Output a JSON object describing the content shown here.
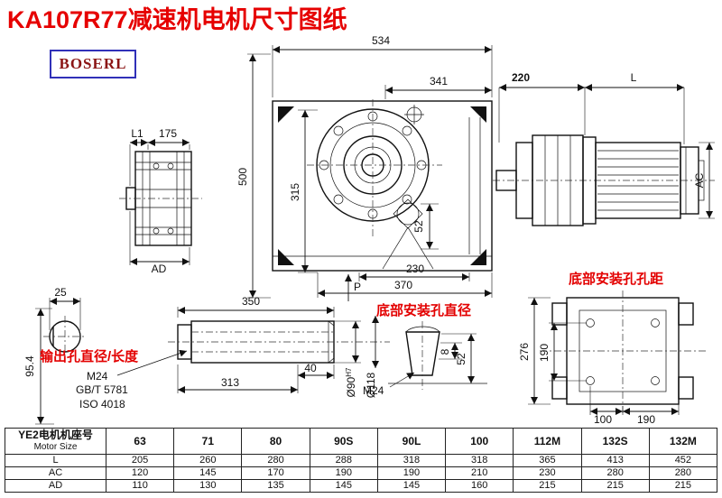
{
  "title": "KA107R77减速机电机尺寸图纸",
  "logo": {
    "text": "BOSERL"
  },
  "front_view": {
    "dim_534": "534",
    "dim_341": "341",
    "dim_500": "500",
    "dim_315": "315",
    "dim_52": "52",
    "dim_230": "230",
    "dim_370": "370",
    "label_p": "P"
  },
  "motor_view": {
    "dim_220": "220",
    "dim_l": "L",
    "dim_ac": "AC"
  },
  "side_view": {
    "dim_l1": "L1",
    "dim_175": "175",
    "dim_ad": "AD"
  },
  "shaft_end_view": {
    "dim_25": "25",
    "dim_95_4": "95.4"
  },
  "output_shaft_view": {
    "label": "输出孔直径/长度",
    "dim_350": "350",
    "dim_40": "40",
    "dim_313": "313",
    "thread": "M24",
    "std_gb": "GB/T 5781",
    "std_iso": "ISO 4018",
    "dia_90": "Ø90",
    "dia_90_tol": "H7",
    "dia_118": "Ø118"
  },
  "bottom_hole_view": {
    "label": "底部安装孔直径",
    "dim_8": "8",
    "dim_52": "52",
    "thread": "M24"
  },
  "mount_view": {
    "label": "底部安装孔孔距",
    "dim_276": "276",
    "dim_190_v": "190",
    "dim_100": "100",
    "dim_190_h": "190"
  },
  "table": {
    "header_cn": "YE2电机机座号",
    "header_en": "Motor Size",
    "sizes": [
      "63",
      "71",
      "80",
      "90S",
      "90L",
      "100",
      "112M",
      "132S",
      "132M"
    ],
    "rows": [
      {
        "label": "L",
        "values": [
          "205",
          "260",
          "280",
          "288",
          "318",
          "318",
          "365",
          "413",
          "452"
        ]
      },
      {
        "label": "AC",
        "values": [
          "120",
          "145",
          "170",
          "190",
          "190",
          "210",
          "230",
          "280",
          "280"
        ]
      },
      {
        "label": "AD",
        "values": [
          "110",
          "130",
          "135",
          "145",
          "145",
          "160",
          "215",
          "215",
          "215"
        ]
      }
    ]
  }
}
